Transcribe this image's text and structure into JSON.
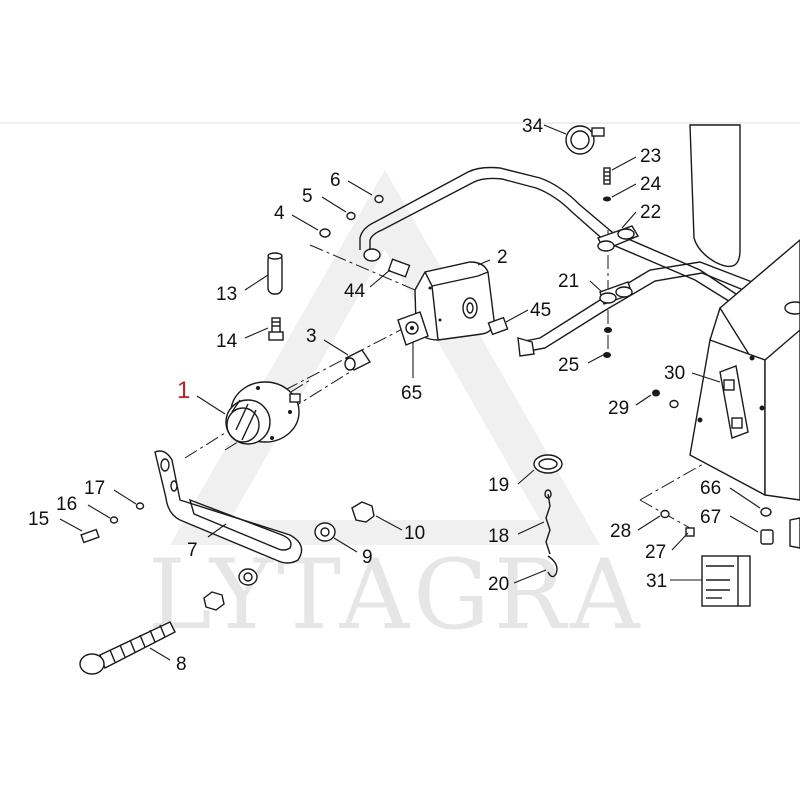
{
  "watermark": {
    "text": "LYTAGRA"
  },
  "callouts": {
    "c1": "1",
    "c2": "2",
    "c3": "3",
    "c4": "4",
    "c5": "5",
    "c6": "6",
    "c7": "7",
    "c8": "8",
    "c9": "9",
    "c10": "10",
    "c13": "13",
    "c14": "14",
    "c15": "15",
    "c16": "16",
    "c17": "17",
    "c18": "18",
    "c19": "19",
    "c20": "20",
    "c21": "21",
    "c22": "22",
    "c23": "23",
    "c24": "24",
    "c25": "25",
    "c27": "27",
    "c28": "28",
    "c29": "29",
    "c30": "30",
    "c31": "31",
    "c34": "34",
    "c44": "44",
    "c45": "45",
    "c65": "65",
    "c66": "66",
    "c67": "67"
  },
  "colors": {
    "highlight": "#b8242a",
    "line": "#1a1a1a",
    "watermark": "#e6e6e6"
  }
}
